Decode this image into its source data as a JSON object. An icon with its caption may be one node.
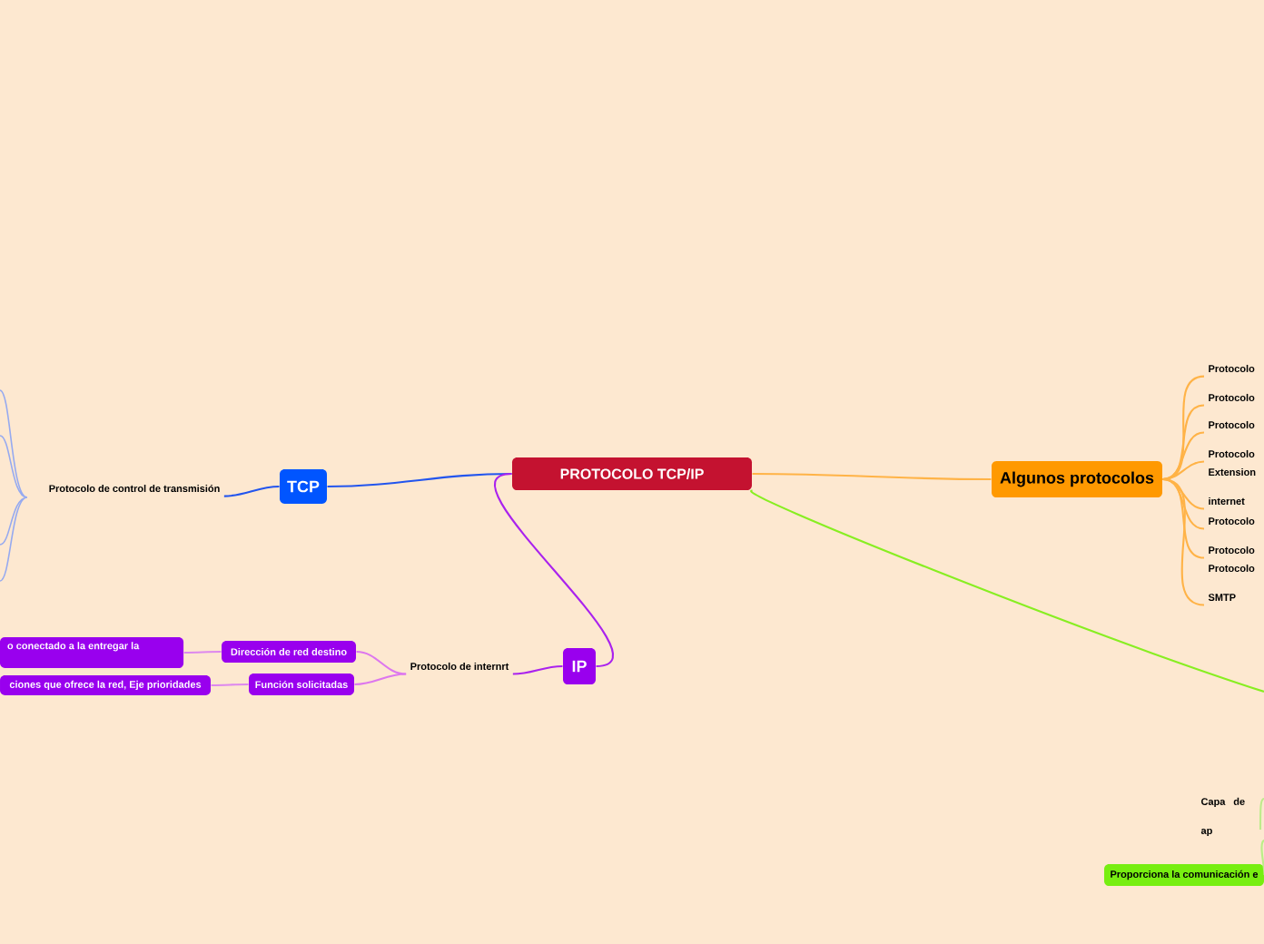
{
  "diagram": {
    "nodes": [
      {
        "text": [
          "PROTOCOLO TCP/IP"
        ]
      },
      {
        "text": [
          "TCP"
        ]
      },
      {
        "text": [
          "Protocolo de control de transmisión"
        ]
      },
      {
        "text": [
          "IP"
        ]
      },
      {
        "text": [
          "Protocolo de internrt"
        ]
      },
      {
        "text": [
          "Dirección de red destino"
        ]
      },
      {
        "text": [
          "Función solicitadas"
        ]
      },
      {
        "text": [
          "o conectado a la entregar la"
        ]
      },
      {
        "text": [
          "ciones que ofrece la red, Eje prioridades"
        ]
      },
      {
        "text": [
          "Algunos protocolos"
        ]
      },
      {
        "text": [
          "Protocolo"
        ]
      },
      {
        "text": [
          "Protocolo"
        ]
      },
      {
        "text": [
          "Protocolo"
        ]
      },
      {
        "text": [
          "Protocolo"
        ]
      },
      {
        "text": [
          "Extension internet"
        ]
      },
      {
        "text": [
          "Protocolo"
        ]
      },
      {
        "text": [
          "Protocolo"
        ]
      },
      {
        "text": [
          "Protocolo SMTP"
        ]
      },
      {
        "text": [
          "Capa de ap"
        ]
      },
      {
        "text": [
          "Proporciona la comunicación e"
        ]
      }
    ],
    "edges": [
      {
        "from": 0,
        "to": 1,
        "arrow": "none",
        "color": "#2255ee"
      },
      {
        "from": 1,
        "to": 2,
        "arrow": "none",
        "color": "#2255ee"
      },
      {
        "from": 0,
        "to": 3,
        "arrow": "none",
        "color": "#aa22ee"
      },
      {
        "from": 3,
        "to": 4,
        "arrow": "none",
        "color": "#aa22ee"
      },
      {
        "from": 4,
        "to": 5,
        "arrow": "none",
        "color": "#dd77ee"
      },
      {
        "from": 4,
        "to": 6,
        "arrow": "none",
        "color": "#dd77ee"
      },
      {
        "from": 5,
        "to": 7,
        "arrow": "none",
        "color": "#dd88ee"
      },
      {
        "from": 6,
        "to": 8,
        "arrow": "none",
        "color": "#dd88ee"
      },
      {
        "from": 0,
        "to": 9,
        "arrow": "none"
      },
      {
        "from": 9,
        "to": 10,
        "arrow": "none"
      },
      {
        "from": 9,
        "to": 11,
        "arrow": "none"
      },
      {
        "from": 9,
        "to": 12,
        "arrow": "none"
      },
      {
        "from": 9,
        "to": 13,
        "arrow": "none"
      },
      {
        "from": 9,
        "to": 14,
        "arrow": "none"
      },
      {
        "from": 9,
        "to": 15,
        "arrow": "none"
      },
      {
        "from": 9,
        "to": 16,
        "arrow": "none"
      },
      {
        "from": 9,
        "to": 17,
        "arrow": "none"
      },
      {
        "from": 0,
        "to": null,
        "arrow": "none",
        "color": "#88ee22"
      },
      {
        "from": 18,
        "to": 19,
        "arrow": "none",
        "color": "#bbee88"
      }
    ]
  }
}
